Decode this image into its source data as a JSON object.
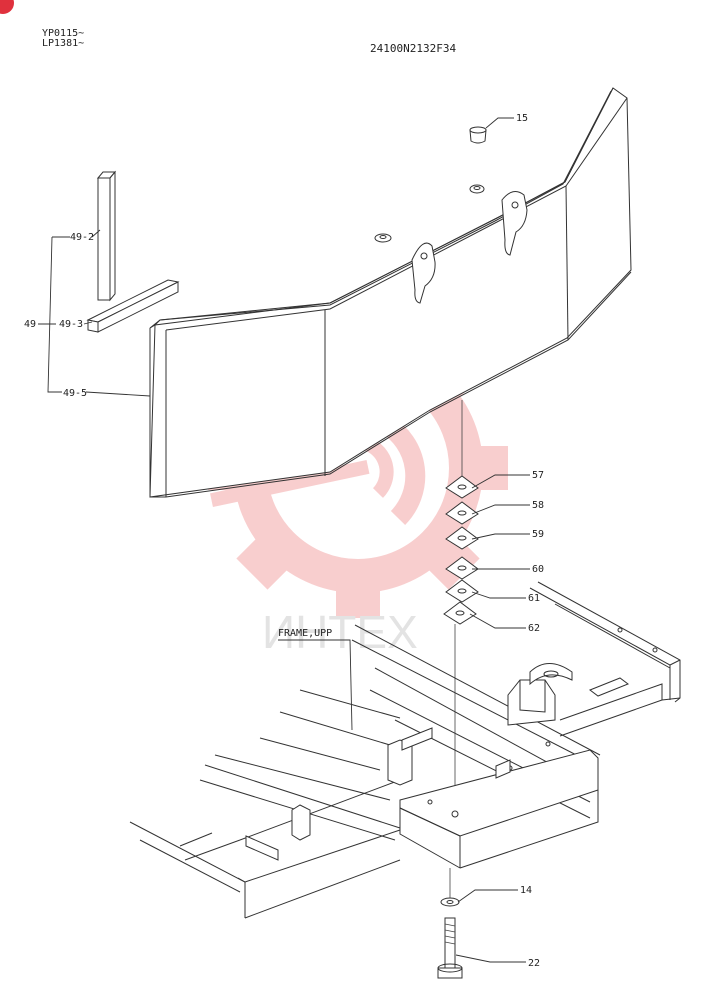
{
  "header": {
    "line1": "YP0115~",
    "line2": "LP1381~",
    "drawing_code": "24100N2132F34"
  },
  "watermark": {
    "text": "ИНТЕХ",
    "color": "#f3a7a7"
  },
  "callouts": [
    {
      "id": "c15",
      "label": "15"
    },
    {
      "id": "c49",
      "label": "49"
    },
    {
      "id": "c492",
      "label": "49-2"
    },
    {
      "id": "c493",
      "label": "49-3"
    },
    {
      "id": "c495",
      "label": "49-5"
    },
    {
      "id": "c57",
      "label": "57"
    },
    {
      "id": "c58",
      "label": "58"
    },
    {
      "id": "c59",
      "label": "59"
    },
    {
      "id": "c60",
      "label": "60"
    },
    {
      "id": "c61",
      "label": "61"
    },
    {
      "id": "c62",
      "label": "62"
    },
    {
      "id": "c14",
      "label": "14"
    },
    {
      "id": "c22",
      "label": "22"
    }
  ],
  "frame_label": "FRAME,UPP",
  "colors": {
    "badge": "#e0313d",
    "line": "#333333",
    "watermark": "#f3a7a7"
  }
}
